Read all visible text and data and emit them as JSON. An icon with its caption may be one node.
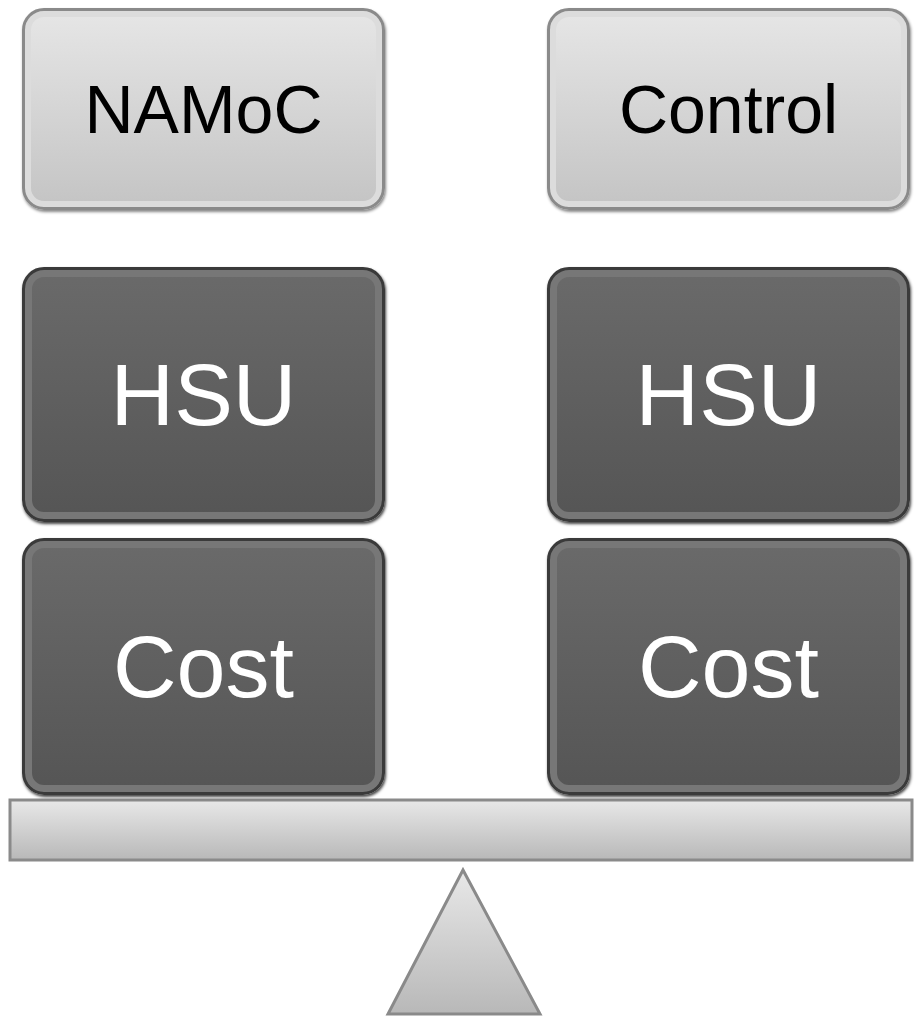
{
  "diagram": {
    "nodes": [
      {
        "text": [
          "NAMoC"
        ]
      },
      {
        "text": [
          "Control"
        ]
      },
      {
        "text": [
          "HSU"
        ]
      },
      {
        "text": [
          "HSU"
        ]
      },
      {
        "text": [
          "Cost"
        ]
      },
      {
        "text": [
          "Cost"
        ]
      }
    ]
  }
}
